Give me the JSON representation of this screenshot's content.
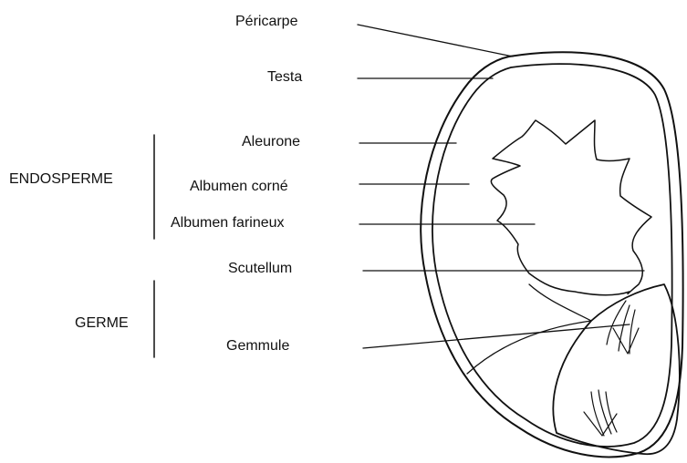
{
  "labels": {
    "pericarpe": "Péricarpe",
    "testa": "Testa",
    "aleurone": "Aleurone",
    "albumen_corne": "Albumen corné",
    "albumen_farineux": "Albumen farineux",
    "scutellum": "Scutellum",
    "gemmule": "Gemmule"
  },
  "groups": {
    "endosperme": "ENDOSPERME",
    "germe": "GERME"
  },
  "colors": {
    "ink": "#111111",
    "background": "#ffffff"
  }
}
